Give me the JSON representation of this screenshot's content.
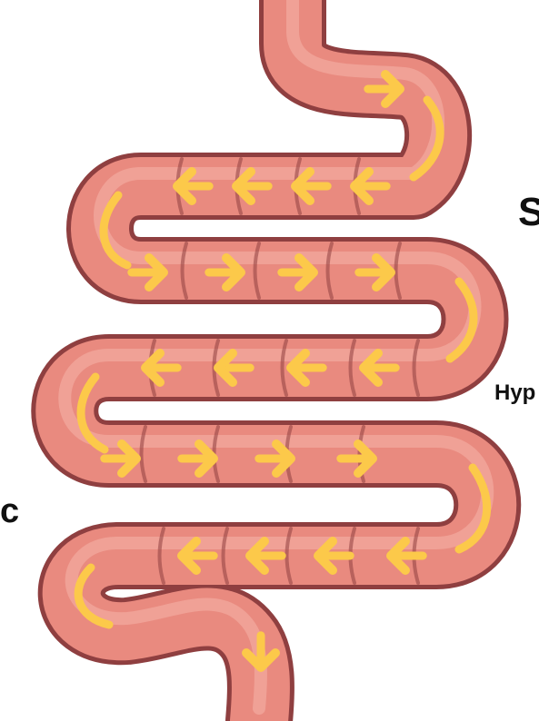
{
  "diagram": {
    "labels": {
      "top_right": "S",
      "middle_right": "Hyp",
      "left": "c"
    },
    "colors": {
      "outline": "#8f3f40",
      "tube": "#e98a7f",
      "tube_highlight": "#f6b5aa",
      "arrow": "#fcc94a",
      "background": "#ffffff"
    },
    "arrow_rows": [
      {
        "name": "entry",
        "direction": "right",
        "count": 1
      },
      {
        "name": "row-1",
        "direction": "left",
        "count": 4
      },
      {
        "name": "row-2",
        "direction": "right",
        "count": 4
      },
      {
        "name": "row-3",
        "direction": "left",
        "count": 4
      },
      {
        "name": "row-4",
        "direction": "right",
        "count": 4
      },
      {
        "name": "row-5",
        "direction": "left",
        "count": 4
      },
      {
        "name": "exit",
        "direction": "down",
        "count": 1
      }
    ]
  }
}
